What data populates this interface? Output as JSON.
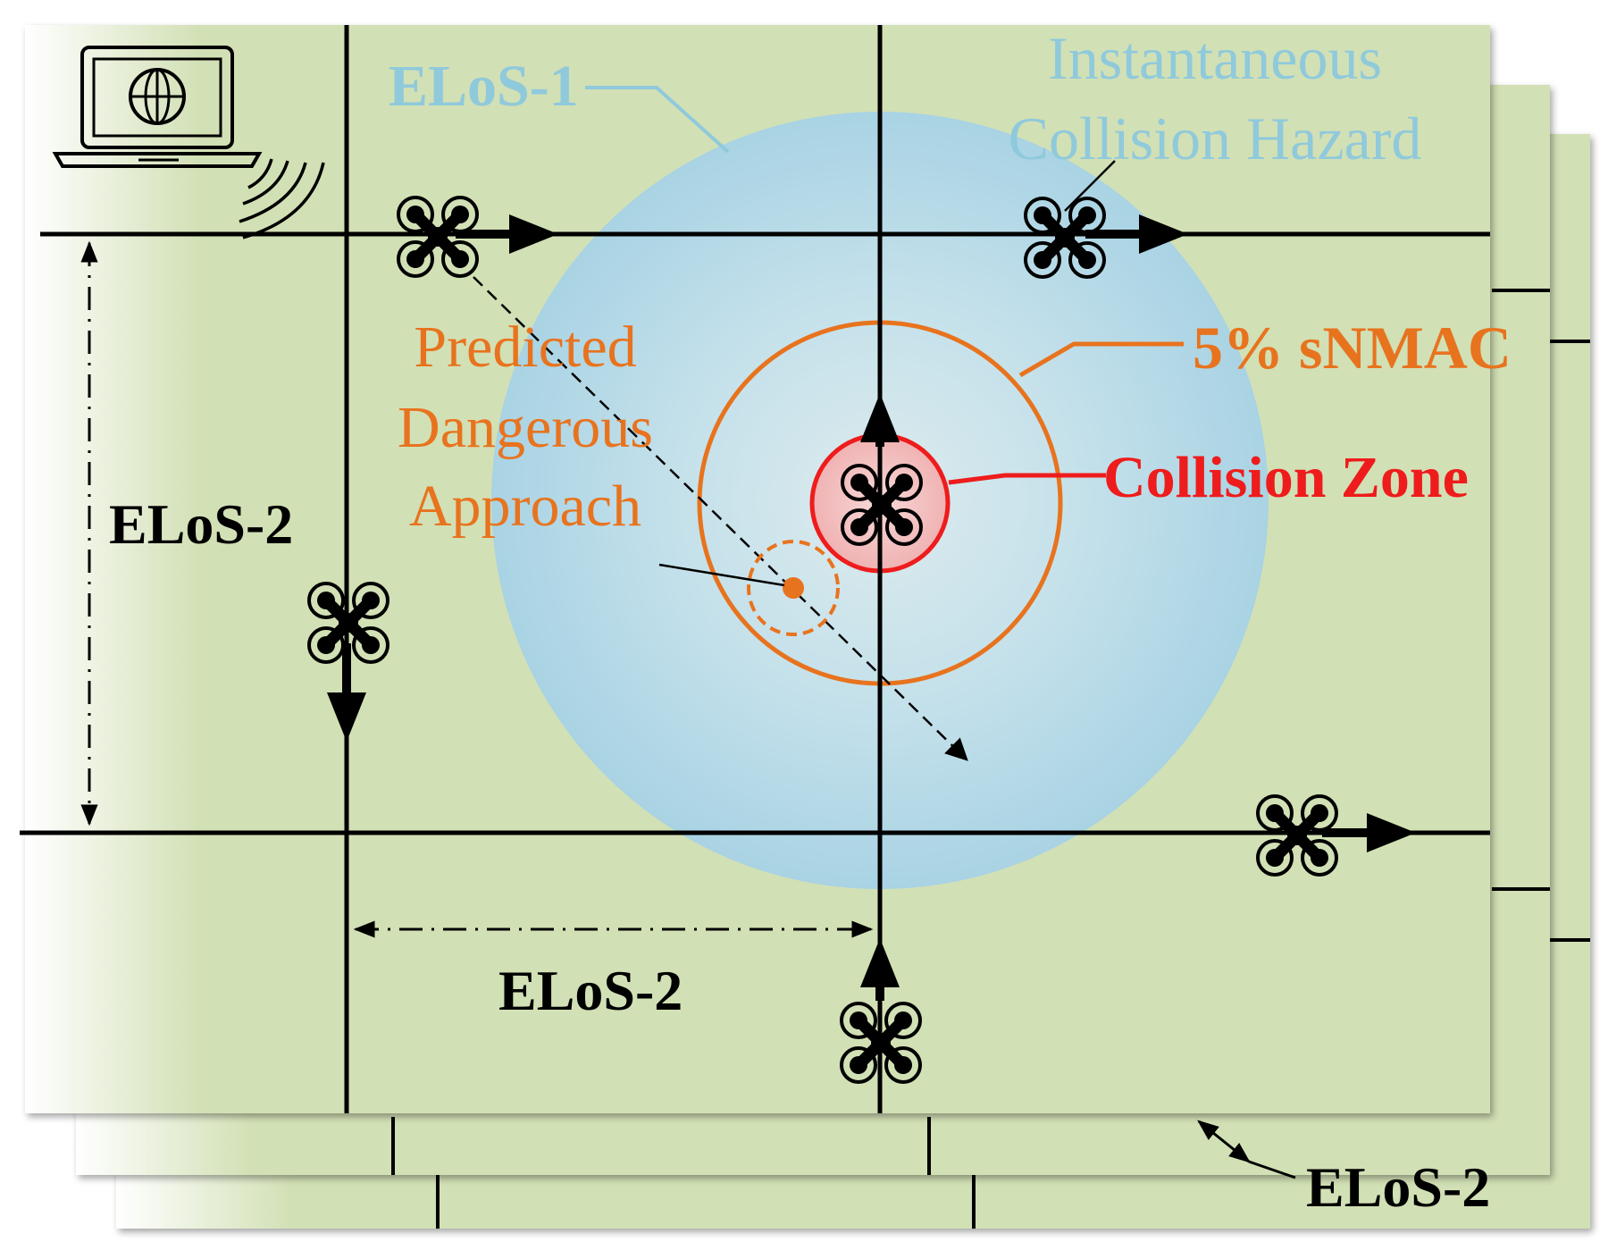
{
  "labels": {
    "elos1": "ELoS-1",
    "hazard_line1": "Instantaneous",
    "hazard_line2": "Collision Hazard",
    "predicted_line1": "Predicted",
    "predicted_line2": "Dangerous",
    "predicted_line3": "Approach",
    "snmac": "5% sNMAC",
    "collision_zone": "Collision Zone",
    "elos2_left": "ELoS-2",
    "elos2_bottom": "ELoS-2",
    "elos2_layers": "ELoS-2"
  },
  "colors": {
    "background_green": "#d2e0b5",
    "hazard_blue": "#a9d3e4",
    "elos1_text": "#8fc9dc",
    "orange": "#e8731e",
    "red": "#ee1c1c",
    "black": "#000000"
  },
  "icons": {
    "terminal": "laptop-globe-icon",
    "signal": "wireless-signal-icon",
    "drone": "quadcopter-drone-icon"
  }
}
